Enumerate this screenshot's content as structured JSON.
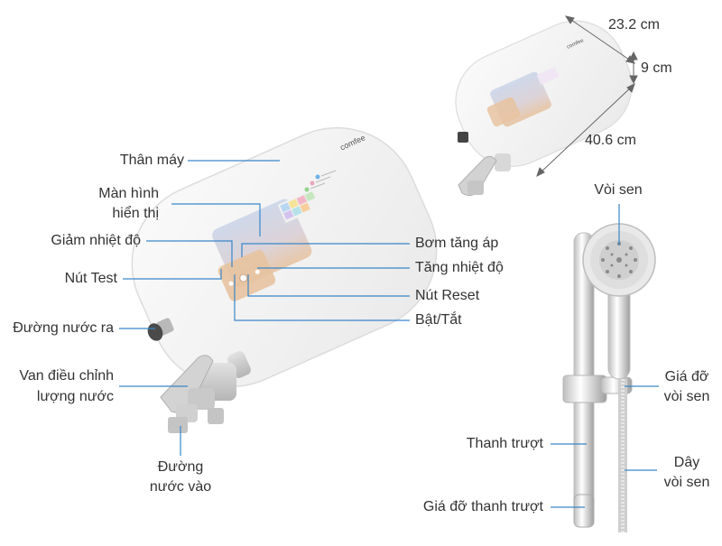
{
  "labels": {
    "than_may": "Thân máy",
    "man_hinh_1": "Màn hình",
    "man_hinh_2": "hiển thị",
    "giam_nhiet_do": "Giảm nhiệt độ",
    "nut_test": "Nút Test",
    "duong_nuoc_ra": "Đường nước ra",
    "van_1": "Van điều chỉnh",
    "van_2": "lượng nước",
    "duong_nuoc_vao_1": "Đường",
    "duong_nuoc_vao_2": "nước vào",
    "bom_tang_ap": "Bơm tăng áp",
    "tang_nhiet_do": "Tăng nhiệt độ",
    "nut_reset": "Nút Reset",
    "bat_tat": "Bật/Tắt",
    "voi_sen": "Vòi sen",
    "gia_do_voi_sen_1": "Giá đỡ",
    "gia_do_voi_sen_2": "vòi sen",
    "thanh_truot": "Thanh trượt",
    "day_voi_sen_1": "Dây",
    "day_voi_sen_2": "vòi sen",
    "gia_do_thanh_truot": "Giá đỡ thanh trượt"
  },
  "dimensions": {
    "width": "23.2 cm",
    "depth": "9 cm",
    "height": "40.6 cm"
  },
  "brand": "comfee",
  "colors": {
    "leader": "#3a86c8",
    "text": "#333333",
    "body": "#f4f4f4",
    "panel": "#e6c7aa"
  }
}
